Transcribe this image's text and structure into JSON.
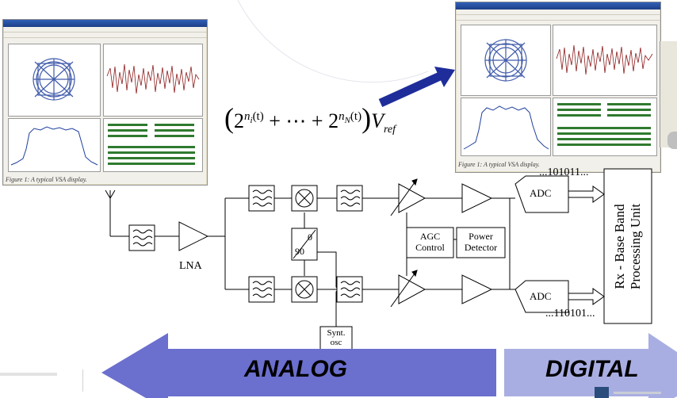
{
  "left_screenshot": {
    "title": "Agilent 89600 Vector Signal Analyzer",
    "caption": "Figure 1: A typical VSA display."
  },
  "right_screenshot": {
    "title": "Agilent 89600 Vector Signal Analyzer",
    "caption": "Figure 1: A typical VSA display."
  },
  "formula": {
    "base": "2",
    "exp_first": "n",
    "exp_first_sub": "i",
    "exp_last": "n",
    "exp_last_sub": "N",
    "arg": "(t)",
    "dots": "+ ⋯ +",
    "v": "V",
    "v_sub": "ref"
  },
  "blocks": {
    "lna": "LNA",
    "phase_top": "0",
    "phase_bottom": "90",
    "agc_line1": "AGC",
    "agc_line2": "Control",
    "power_line1": "Power",
    "power_line2": "Detector",
    "synt_line1": "Synt.",
    "synt_line2": "osc",
    "adc_top": "ADC",
    "adc_bottom": "ADC",
    "baseband_line1": "Rx - Base Band",
    "baseband_line2": "Processing Unit"
  },
  "bitstreams": {
    "top": "...101011...",
    "bottom": "...110101..."
  },
  "bands": {
    "analog": "ANALOG",
    "digital": "DIGITAL"
  },
  "colors": {
    "analog_arrow": "#6b6fce",
    "digital_arrow": "#a9aee2",
    "blue_arrow": "#1f2d9a",
    "constellation": "#1f3f9c",
    "trace": "#8b1a1a"
  }
}
